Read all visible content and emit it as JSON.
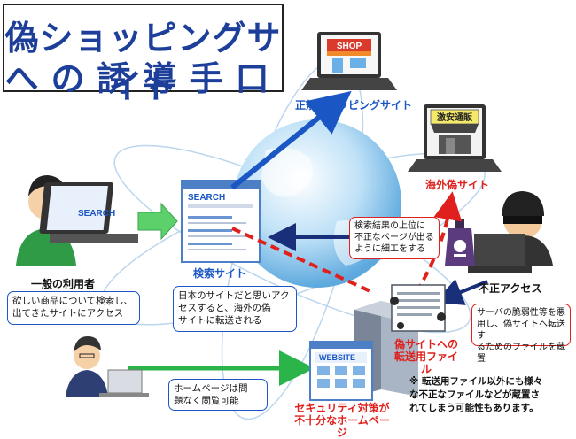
{
  "title": {
    "line1": "偽ショッピングサイト",
    "line2": "への誘導手口"
  },
  "labels": {
    "legit_site": "正規ショッピングサイト",
    "search_site": "検索サイト",
    "fake_site": "海外偽サイト",
    "user": "一般の利用者",
    "unauthorized": "不正アクセス",
    "redirect_file_1": "偽サイトへの",
    "redirect_file_2": "転送用ファイル",
    "weak_home_1": "セキュリティ対策が",
    "weak_home_2": "不十分なホームページ"
  },
  "screens": {
    "shop_sign": "SHOP",
    "fake_sign": "激安通販",
    "search_word": "SEARCH",
    "website_word": "WEBSITE"
  },
  "boxes": {
    "user_box": [
      "欲しい商品について検索し、",
      "出てきたサイトにアクセス"
    ],
    "search_box": [
      "日本のサイトだと思いアク",
      "セスすると、海外の偽",
      "サイトに転送される"
    ],
    "seo_box": [
      "検索結果の上位に",
      "不正なページが出る",
      "ように細工をする"
    ],
    "vuln_box": [
      "サーバの脆弱性等を悪",
      "用し、偽サイトへ転送す",
      "るためのファイルを蔵置"
    ],
    "home_box": [
      "ホームページは問",
      "題なく閲覧可能"
    ]
  },
  "note": {
    "mark": "※",
    "lines": [
      "転送用ファイル以外にも様々",
      "な不正なファイルなどが蔵置さ",
      "れてしまう可能性もあります。"
    ]
  },
  "colors": {
    "title": "#1d3f9a",
    "accent_blue": "#1a56c4",
    "accent_red": "#e0201c",
    "green": "#2bb44a"
  }
}
